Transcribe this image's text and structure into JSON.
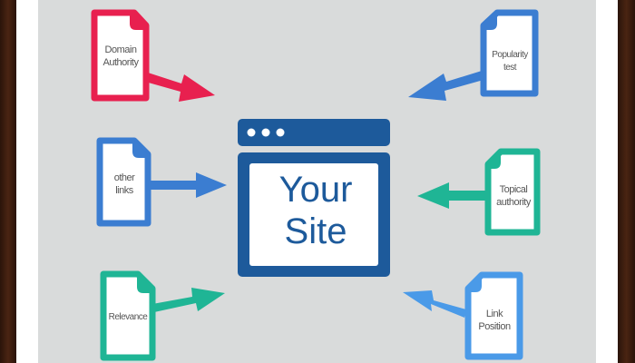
{
  "diagram": {
    "center": {
      "line1": "Your",
      "line2": "Site",
      "color": "#1d5a9b"
    },
    "sources": [
      {
        "label1": "Domain",
        "label2": "Authority",
        "color": "#e8204f",
        "position": "top-left"
      },
      {
        "label1": "Popularity",
        "label2": "test",
        "color": "#3b7dd1",
        "position": "top-right"
      },
      {
        "label1": "other",
        "label2": "links",
        "color": "#3b7dd1",
        "position": "middle-left"
      },
      {
        "label1": "Topical",
        "label2": "authority",
        "color": "#1fb595",
        "position": "middle-right"
      },
      {
        "label1": "Relevance",
        "label2": "",
        "color": "#1fb595",
        "position": "bottom-left"
      },
      {
        "label1": "Link",
        "label2": "Position",
        "color": "#4a9ae8",
        "position": "bottom-right"
      }
    ]
  },
  "frame": {
    "wood": "#3a1d0e",
    "mat": "#ffffff",
    "background": "#d9dbdb"
  }
}
